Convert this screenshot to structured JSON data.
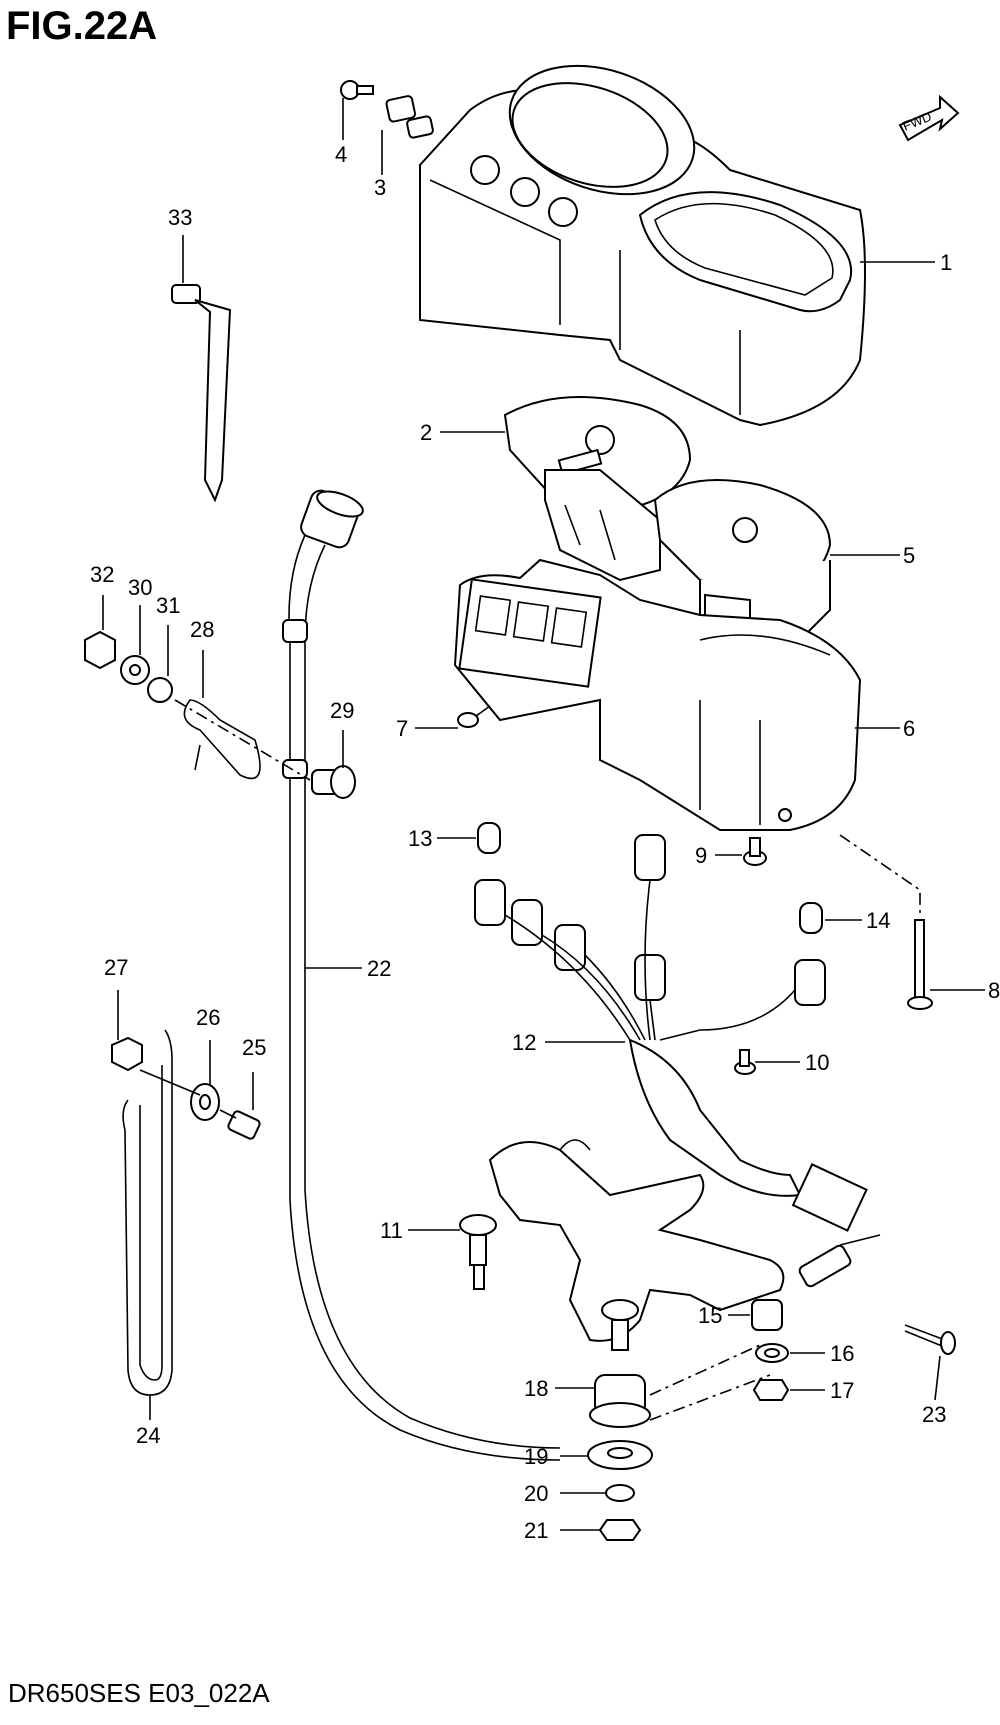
{
  "figure": {
    "title": "FIG.22A",
    "code": "DR650SES E03_022A",
    "fwd_label": "FWD"
  },
  "callouts": [
    "1",
    "2",
    "3",
    "4",
    "5",
    "6",
    "7",
    "8",
    "9",
    "10",
    "11",
    "12",
    "13",
    "14",
    "15",
    "16",
    "17",
    "18",
    "19",
    "20",
    "21",
    "22",
    "23",
    "24",
    "25",
    "26",
    "27",
    "28",
    "29",
    "30",
    "31",
    "32",
    "33"
  ]
}
